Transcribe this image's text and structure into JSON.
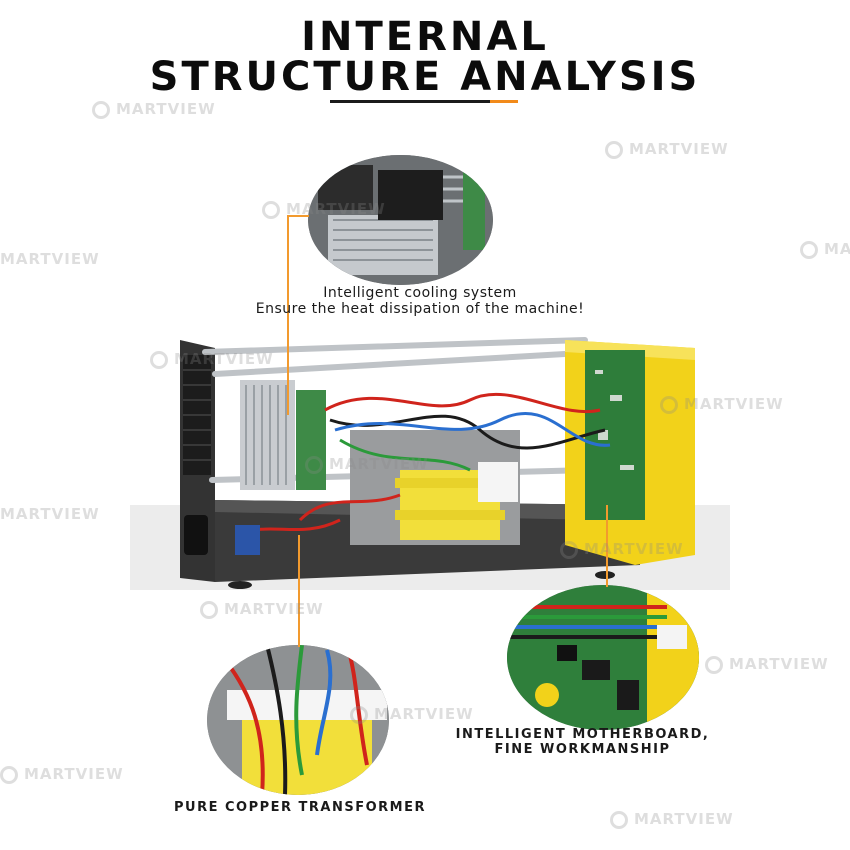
{
  "header": {
    "title_line1": "INTERNAL",
    "title_line2": "STRUCTURE ANALYSIS"
  },
  "watermark": {
    "text": "MARTVIEW"
  },
  "callouts": {
    "cooling": {
      "line1": "Intelligent cooling system",
      "line2": "Ensure the heat dissipation of the machine!"
    },
    "motherboard": {
      "line1": "INTELLIGENT MOTHERBOARD,",
      "line2": "FINE WORKMANSHIP"
    },
    "transformer": {
      "line1": "PURE COPPER TRANSFORMER"
    }
  },
  "colors": {
    "accent_orange": "#f29a2e",
    "housing_yellow": "#f2d21a",
    "pcb_green": "#2e7d3a",
    "chassis_dark": "#2a2a2a"
  }
}
